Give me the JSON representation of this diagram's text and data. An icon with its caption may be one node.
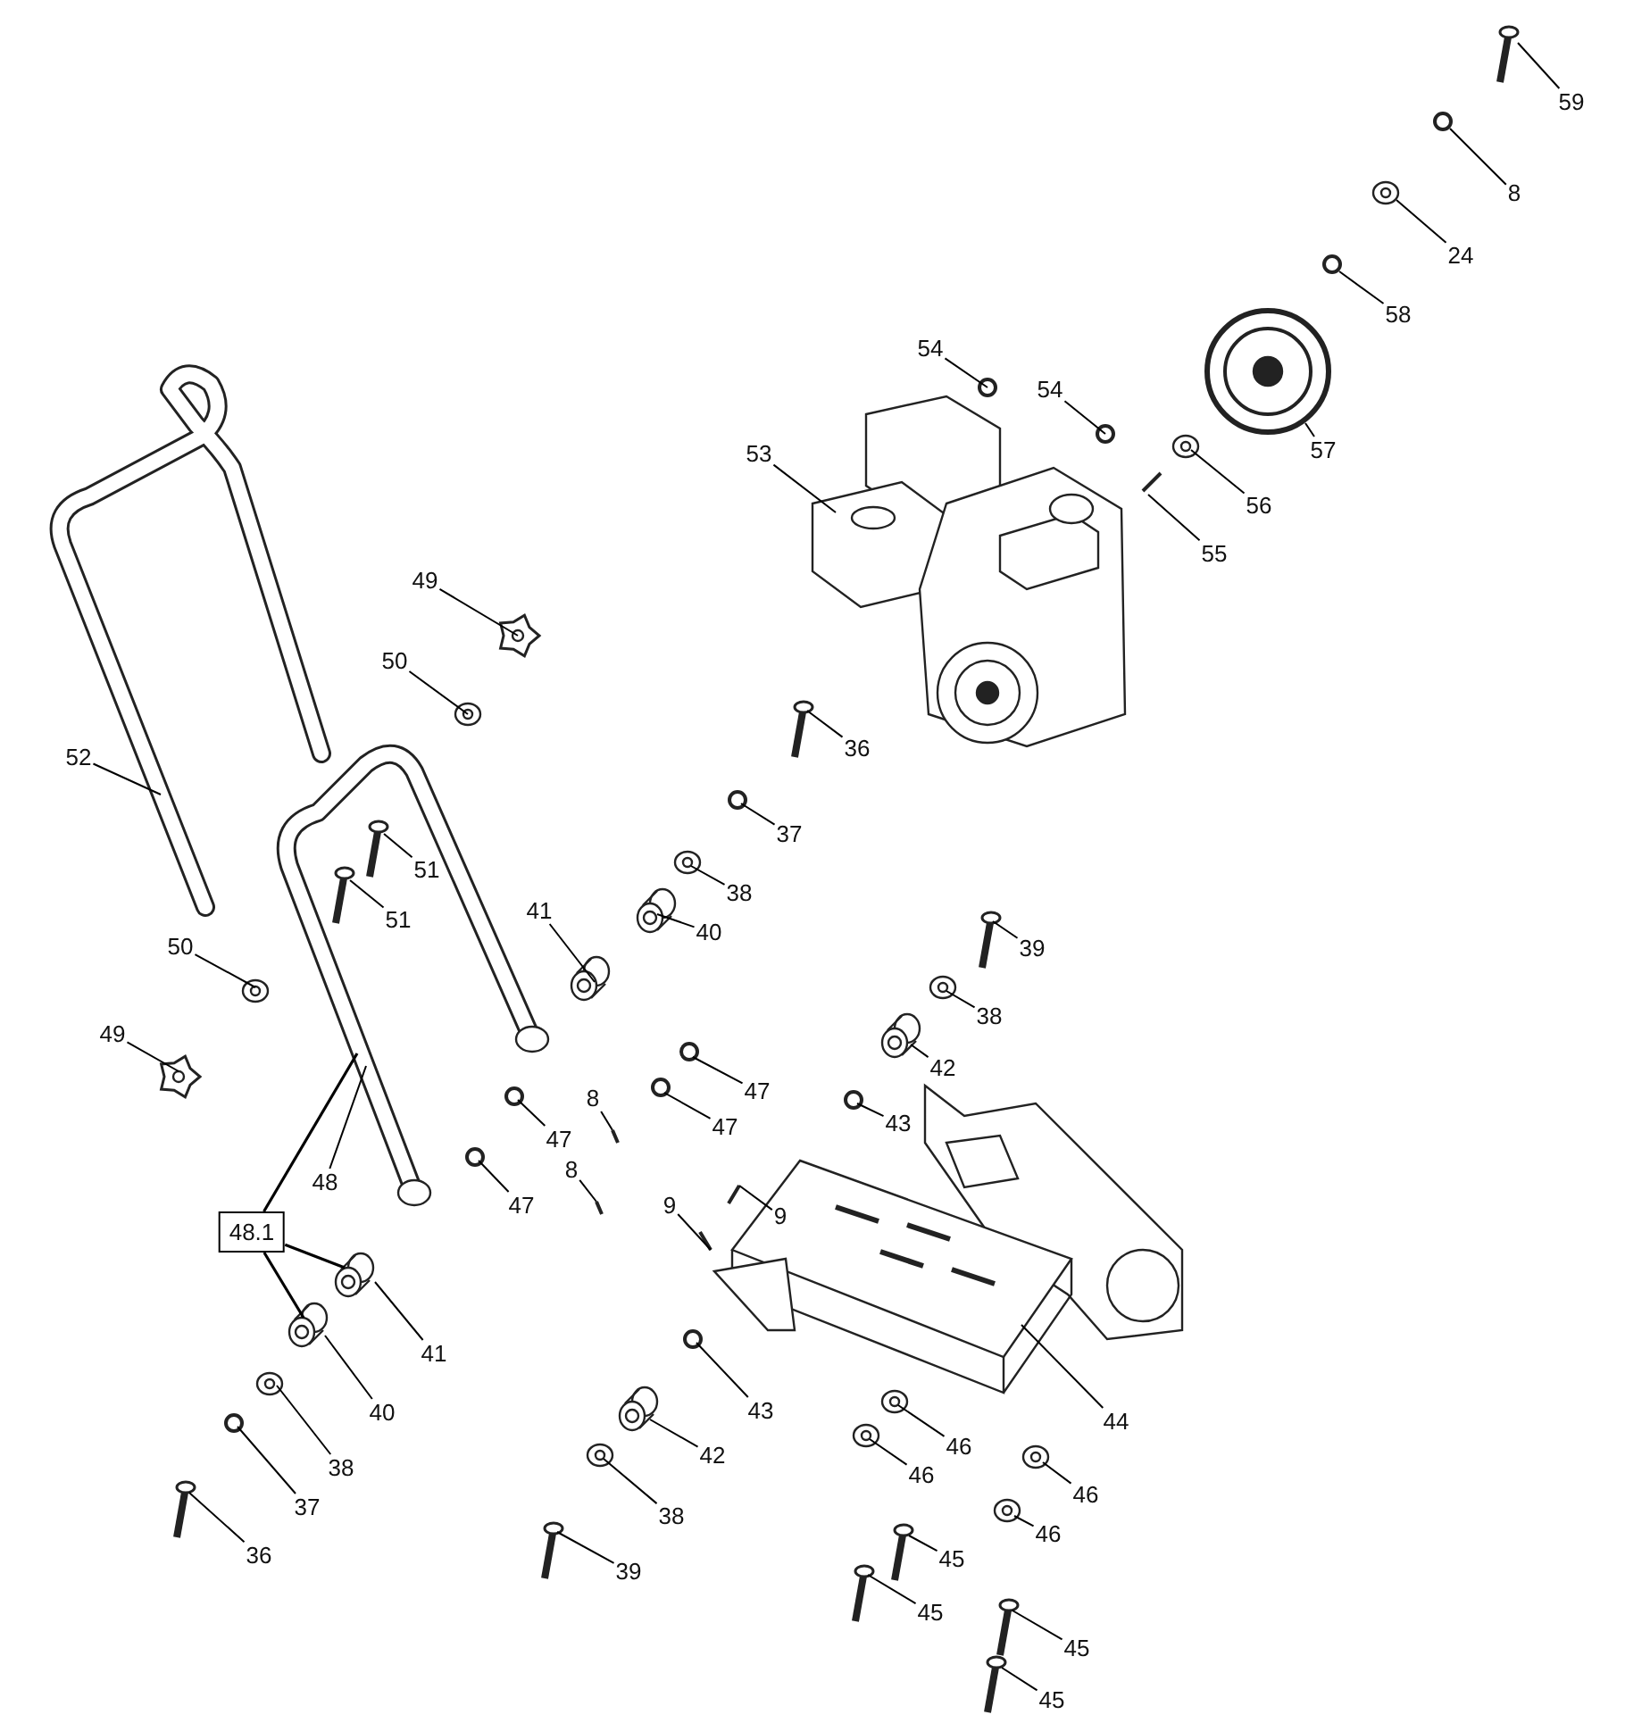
{
  "diagram": {
    "nodes": [
      {
        "text": [
          "59"
        ]
      },
      {
        "text": [
          "8"
        ]
      },
      {
        "text": [
          "24"
        ]
      },
      {
        "text": [
          "58"
        ]
      },
      {
        "text": [
          "54"
        ]
      },
      {
        "text": [
          "54"
        ]
      },
      {
        "text": [
          "57"
        ]
      },
      {
        "text": [
          "53"
        ]
      },
      {
        "text": [
          "56"
        ]
      },
      {
        "text": [
          "55"
        ]
      },
      {
        "text": [
          "49"
        ]
      },
      {
        "text": [
          "50"
        ]
      },
      {
        "text": [
          "36"
        ]
      },
      {
        "text": [
          "52"
        ]
      },
      {
        "text": [
          "37"
        ]
      },
      {
        "text": [
          "51"
        ]
      },
      {
        "text": [
          "38"
        ]
      },
      {
        "text": [
          "41"
        ]
      },
      {
        "text": [
          "51"
        ]
      },
      {
        "text": [
          "40"
        ]
      },
      {
        "text": [
          "50"
        ]
      },
      {
        "text": [
          "39"
        ]
      },
      {
        "text": [
          "38"
        ]
      },
      {
        "text": [
          "49"
        ]
      },
      {
        "text": [
          "42"
        ]
      },
      {
        "text": [
          "47"
        ]
      },
      {
        "text": [
          "8"
        ]
      },
      {
        "text": [
          "43"
        ]
      },
      {
        "text": [
          "47"
        ]
      },
      {
        "text": [
          "47"
        ]
      },
      {
        "text": [
          "8"
        ]
      },
      {
        "text": [
          "48"
        ]
      },
      {
        "text": [
          "9"
        ]
      },
      {
        "text": [
          "47"
        ]
      },
      {
        "text": [
          "9"
        ]
      },
      {
        "text": [
          "48.1"
        ]
      },
      {
        "text": [
          "41"
        ]
      },
      {
        "text": [
          "43"
        ]
      },
      {
        "text": [
          "40"
        ]
      },
      {
        "text": [
          "44"
        ]
      },
      {
        "text": [
          "46"
        ]
      },
      {
        "text": [
          "42"
        ]
      },
      {
        "text": [
          "38"
        ]
      },
      {
        "text": [
          "46"
        ]
      },
      {
        "text": [
          "46"
        ]
      },
      {
        "text": [
          "37"
        ]
      },
      {
        "text": [
          "38"
        ]
      },
      {
        "text": [
          "46"
        ]
      },
      {
        "text": [
          "36"
        ]
      },
      {
        "text": [
          "45"
        ]
      },
      {
        "text": [
          "39"
        ]
      },
      {
        "text": [
          "45"
        ]
      },
      {
        "text": [
          "45"
        ]
      },
      {
        "text": [
          "45"
        ]
      }
    ],
    "edges": [
      {
        "from": 0,
        "to": null,
        "arrow": "none"
      },
      {
        "from": 1,
        "to": null,
        "arrow": "none"
      },
      {
        "from": 2,
        "to": null,
        "arrow": "none"
      },
      {
        "from": 3,
        "to": null,
        "arrow": "none"
      },
      {
        "from": 4,
        "to": null,
        "arrow": "none"
      },
      {
        "from": 5,
        "to": null,
        "arrow": "none"
      },
      {
        "from": 6,
        "to": null,
        "arrow": "none"
      },
      {
        "from": 7,
        "to": null,
        "arrow": "none"
      },
      {
        "from": 8,
        "to": null,
        "arrow": "none"
      },
      {
        "from": 9,
        "to": null,
        "arrow": "none"
      },
      {
        "from": 10,
        "to": null,
        "arrow": "none"
      },
      {
        "from": 11,
        "to": null,
        "arrow": "none"
      },
      {
        "from": 12,
        "to": null,
        "arrow": "none"
      },
      {
        "from": 13,
        "to": null,
        "arrow": "none"
      },
      {
        "from": 14,
        "to": null,
        "arrow": "none"
      },
      {
        "from": 15,
        "to": null,
        "arrow": "none"
      },
      {
        "from": 16,
        "to": null,
        "arrow": "none"
      },
      {
        "from": 17,
        "to": null,
        "arrow": "none"
      },
      {
        "from": 18,
        "to": null,
        "arrow": "none"
      },
      {
        "from": 19,
        "to": null,
        "arrow": "none"
      },
      {
        "from": 20,
        "to": null,
        "arrow": "none"
      },
      {
        "from": 21,
        "to": null,
        "arrow": "none"
      },
      {
        "from": 22,
        "to": null,
        "arrow": "none"
      },
      {
        "from": 23,
        "to": null,
        "arrow": "none"
      },
      {
        "from": 24,
        "to": null,
        "arrow": "none"
      },
      {
        "from": 25,
        "to": null,
        "arrow": "none"
      },
      {
        "from": 26,
        "to": null,
        "arrow": "none"
      },
      {
        "from": 27,
        "to": null,
        "arrow": "none"
      },
      {
        "from": 28,
        "to": null,
        "arrow": "none"
      },
      {
        "from": 29,
        "to": null,
        "arrow": "none"
      },
      {
        "from": 30,
        "to": null,
        "arrow": "none"
      },
      {
        "from": 31,
        "to": null,
        "arrow": "none"
      },
      {
        "from": 32,
        "to": null,
        "arrow": "none"
      },
      {
        "from": 33,
        "to": null,
        "arrow": "none"
      },
      {
        "from": 34,
        "to": null,
        "arrow": "none"
      },
      {
        "from": 35,
        "to": null,
        "arrow": "none"
      },
      {
        "from": 35,
        "to": null,
        "arrow": "none"
      },
      {
        "from": 35,
        "to": null,
        "arrow": "none"
      },
      {
        "from": 36,
        "to": null,
        "arrow": "none"
      },
      {
        "from": 37,
        "to": null,
        "arrow": "none"
      },
      {
        "from": 38,
        "to": null,
        "arrow": "none"
      },
      {
        "from": 39,
        "to": null,
        "arrow": "none"
      },
      {
        "from": 40,
        "to": null,
        "arrow": "none"
      },
      {
        "from": 41,
        "to": null,
        "arrow": "none"
      },
      {
        "from": 42,
        "to": null,
        "arrow": "none"
      },
      {
        "from": 43,
        "to": null,
        "arrow": "none"
      },
      {
        "from": 44,
        "to": null,
        "arrow": "none"
      },
      {
        "from": 45,
        "to": null,
        "arrow": "none"
      },
      {
        "from": 46,
        "to": null,
        "arrow": "none"
      },
      {
        "from": 47,
        "to": null,
        "arrow": "none"
      },
      {
        "from": 48,
        "to": null,
        "arrow": "none"
      },
      {
        "from": 49,
        "to": null,
        "arrow": "none"
      },
      {
        "from": 50,
        "to": null,
        "arrow": "none"
      },
      {
        "from": 51,
        "to": null,
        "arrow": "none"
      },
      {
        "from": 52,
        "to": null,
        "arrow": "none"
      },
      {
        "from": 53,
        "to": null,
        "arrow": "none"
      }
    ]
  }
}
